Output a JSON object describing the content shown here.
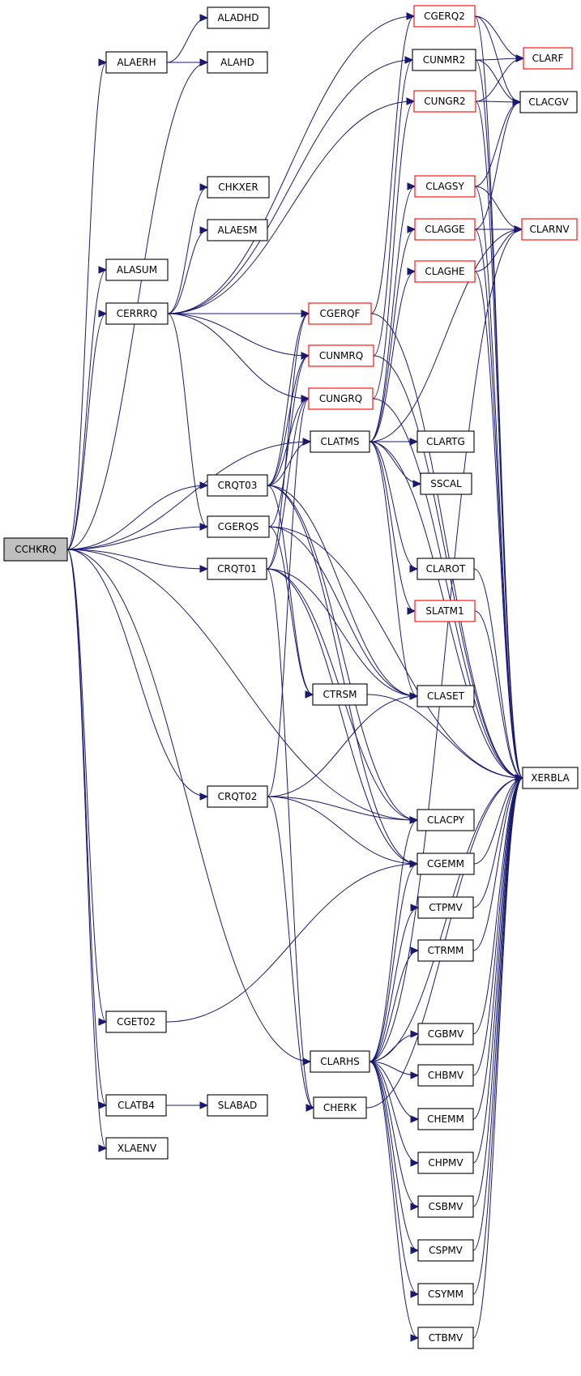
{
  "colors": {
    "edge": "#191970",
    "default_border": "#000000",
    "truncated_border": "#ff0000",
    "root_fill": "#bfbfbf",
    "node_fill": "#ffffff"
  },
  "nodes": [
    {
      "id": "CCHKRQ",
      "label": "CCHKRQ",
      "style": "root"
    },
    {
      "id": "ALAERH",
      "label": "ALAERH",
      "style": "normal"
    },
    {
      "id": "ALADHD",
      "label": "ALADHD",
      "style": "normal"
    },
    {
      "id": "ALAHD",
      "label": "ALAHD",
      "style": "normal"
    },
    {
      "id": "ALASUM",
      "label": "ALASUM",
      "style": "normal"
    },
    {
      "id": "CERRRQ",
      "label": "CERRRQ",
      "style": "normal"
    },
    {
      "id": "CHKXER",
      "label": "CHKXER",
      "style": "normal"
    },
    {
      "id": "ALAESM",
      "label": "ALAESM",
      "style": "normal"
    },
    {
      "id": "CGERQ2",
      "label": "CGERQ2",
      "style": "truncated"
    },
    {
      "id": "CUNMR2",
      "label": "CUNMR2",
      "style": "normal"
    },
    {
      "id": "CUNGR2",
      "label": "CUNGR2",
      "style": "truncated"
    },
    {
      "id": "CLARF",
      "label": "CLARF",
      "style": "truncated"
    },
    {
      "id": "CLACGV",
      "label": "CLACGV",
      "style": "normal"
    },
    {
      "id": "CLAGSY",
      "label": "CLAGSY",
      "style": "truncated"
    },
    {
      "id": "CLAGGE",
      "label": "CLAGGE",
      "style": "truncated"
    },
    {
      "id": "CLARNV",
      "label": "CLARNV",
      "style": "truncated"
    },
    {
      "id": "CLAGHE",
      "label": "CLAGHE",
      "style": "truncated"
    },
    {
      "id": "CGERQF",
      "label": "CGERQF",
      "style": "truncated"
    },
    {
      "id": "CUNMRQ",
      "label": "CUNMRQ",
      "style": "truncated"
    },
    {
      "id": "CUNGRQ",
      "label": "CUNGRQ",
      "style": "truncated"
    },
    {
      "id": "CLATMS",
      "label": "CLATMS",
      "style": "normal"
    },
    {
      "id": "CLARTG",
      "label": "CLARTG",
      "style": "normal"
    },
    {
      "id": "SSCAL",
      "label": "SSCAL",
      "style": "normal"
    },
    {
      "id": "CRQT03",
      "label": "CRQT03",
      "style": "normal"
    },
    {
      "id": "CGERQS",
      "label": "CGERQS",
      "style": "normal"
    },
    {
      "id": "CRQT01",
      "label": "CRQT01",
      "style": "normal"
    },
    {
      "id": "CLAROT",
      "label": "CLAROT",
      "style": "normal"
    },
    {
      "id": "SLATM1",
      "label": "SLATM1",
      "style": "truncated"
    },
    {
      "id": "CTRSM",
      "label": "CTRSM",
      "style": "normal"
    },
    {
      "id": "CLASET",
      "label": "CLASET",
      "style": "normal"
    },
    {
      "id": "XERBLA",
      "label": "XERBLA",
      "style": "normal"
    },
    {
      "id": "CRQT02",
      "label": "CRQT02",
      "style": "normal"
    },
    {
      "id": "CLACPY",
      "label": "CLACPY",
      "style": "normal"
    },
    {
      "id": "CGEMM",
      "label": "CGEMM",
      "style": "normal"
    },
    {
      "id": "CTPMV",
      "label": "CTPMV",
      "style": "normal"
    },
    {
      "id": "CTRMM",
      "label": "CTRMM",
      "style": "normal"
    },
    {
      "id": "CGET02",
      "label": "CGET02",
      "style": "normal"
    },
    {
      "id": "CGBMV",
      "label": "CGBMV",
      "style": "normal"
    },
    {
      "id": "CLARHS",
      "label": "CLARHS",
      "style": "normal"
    },
    {
      "id": "CHBMV",
      "label": "CHBMV",
      "style": "normal"
    },
    {
      "id": "CLATB4",
      "label": "CLATB4",
      "style": "normal"
    },
    {
      "id": "SLABAD",
      "label": "SLABAD",
      "style": "normal"
    },
    {
      "id": "CHERK",
      "label": "CHERK",
      "style": "normal"
    },
    {
      "id": "CHEMM",
      "label": "CHEMM",
      "style": "normal"
    },
    {
      "id": "XLAENV",
      "label": "XLAENV",
      "style": "normal"
    },
    {
      "id": "CHPMV",
      "label": "CHPMV",
      "style": "normal"
    },
    {
      "id": "CSBMV",
      "label": "CSBMV",
      "style": "normal"
    },
    {
      "id": "CSPMV",
      "label": "CSPMV",
      "style": "normal"
    },
    {
      "id": "CSYMM",
      "label": "CSYMM",
      "style": "normal"
    },
    {
      "id": "CTBMV",
      "label": "CTBMV",
      "style": "normal"
    }
  ],
  "edges": [
    [
      "CCHKRQ",
      "ALAERH"
    ],
    [
      "CCHKRQ",
      "ALAHD"
    ],
    [
      "CCHKRQ",
      "ALASUM"
    ],
    [
      "CCHKRQ",
      "CERRRQ"
    ],
    [
      "CCHKRQ",
      "CGERQS"
    ],
    [
      "CCHKRQ",
      "CRQT01"
    ],
    [
      "CCHKRQ",
      "CRQT02"
    ],
    [
      "CCHKRQ",
      "CRQT03"
    ],
    [
      "CCHKRQ",
      "CGET02"
    ],
    [
      "CCHKRQ",
      "CLACPY"
    ],
    [
      "CCHKRQ",
      "CLARHS"
    ],
    [
      "CCHKRQ",
      "CLATB4"
    ],
    [
      "CCHKRQ",
      "CLATMS"
    ],
    [
      "CCHKRQ",
      "XLAENV"
    ],
    [
      "ALAERH",
      "ALADHD"
    ],
    [
      "ALAERH",
      "ALAHD"
    ],
    [
      "CERRRQ",
      "CHKXER"
    ],
    [
      "CERRRQ",
      "ALAESM"
    ],
    [
      "CERRRQ",
      "CGERQ2"
    ],
    [
      "CERRRQ",
      "CUNMR2"
    ],
    [
      "CERRRQ",
      "CUNGR2"
    ],
    [
      "CERRRQ",
      "CGERQF"
    ],
    [
      "CERRRQ",
      "CUNMRQ"
    ],
    [
      "CERRRQ",
      "CUNGRQ"
    ],
    [
      "CERRRQ",
      "CGERQS"
    ],
    [
      "CGERQ2",
      "CLARF"
    ],
    [
      "CGERQ2",
      "CLACGV"
    ],
    [
      "CGERQ2",
      "XERBLA"
    ],
    [
      "CUNMR2",
      "CLARF"
    ],
    [
      "CUNMR2",
      "CLACGV"
    ],
    [
      "CUNMR2",
      "XERBLA"
    ],
    [
      "CUNGR2",
      "CLARF"
    ],
    [
      "CUNGR2",
      "CLACGV"
    ],
    [
      "CUNGR2",
      "XERBLA"
    ],
    [
      "CLAGSY",
      "CLACGV"
    ],
    [
      "CLAGSY",
      "CLARNV"
    ],
    [
      "CLAGSY",
      "XERBLA"
    ],
    [
      "CLAGGE",
      "CLACGV"
    ],
    [
      "CLAGGE",
      "CLARNV"
    ],
    [
      "CLAGGE",
      "XERBLA"
    ],
    [
      "CLAGHE",
      "CLARNV"
    ],
    [
      "CLAGHE",
      "XERBLA"
    ],
    [
      "CGERQF",
      "CGERQ2"
    ],
    [
      "CGERQF",
      "XERBLA"
    ],
    [
      "CUNMRQ",
      "CUNMR2"
    ],
    [
      "CUNMRQ",
      "XERBLA"
    ],
    [
      "CUNGRQ",
      "CUNGR2"
    ],
    [
      "CUNGRQ",
      "XERBLA"
    ],
    [
      "CLATMS",
      "CLARTG"
    ],
    [
      "CLATMS",
      "SSCAL"
    ],
    [
      "CLATMS",
      "CLAROT"
    ],
    [
      "CLATMS",
      "SLATM1"
    ],
    [
      "CLATMS",
      "CLAGSY"
    ],
    [
      "CLATMS",
      "CLAGGE"
    ],
    [
      "CLATMS",
      "CLAGHE"
    ],
    [
      "CLATMS",
      "CLARNV"
    ],
    [
      "CLATMS",
      "CLASET"
    ],
    [
      "CLATMS",
      "XERBLA"
    ],
    [
      "CRQT03",
      "CGERQF"
    ],
    [
      "CRQT03",
      "CUNMRQ"
    ],
    [
      "CRQT03",
      "CUNGRQ"
    ],
    [
      "CRQT03",
      "CLATMS"
    ],
    [
      "CRQT03",
      "CLASET"
    ],
    [
      "CRQT03",
      "CLACPY"
    ],
    [
      "CRQT03",
      "CGEMM"
    ],
    [
      "CRQT03",
      "CTRSM"
    ],
    [
      "CGERQS",
      "CUNMRQ"
    ],
    [
      "CGERQS",
      "CLASET"
    ],
    [
      "CGERQS",
      "CTRSM"
    ],
    [
      "CGERQS",
      "XERBLA"
    ],
    [
      "CRQT01",
      "CGERQF"
    ],
    [
      "CRQT01",
      "CUNGRQ"
    ],
    [
      "CRQT01",
      "CLASET"
    ],
    [
      "CRQT01",
      "CLACPY"
    ],
    [
      "CRQT01",
      "CGEMM"
    ],
    [
      "CRQT01",
      "CHERK"
    ],
    [
      "CLAROT",
      "XERBLA"
    ],
    [
      "SLATM1",
      "XERBLA"
    ],
    [
      "CTRSM",
      "XERBLA"
    ],
    [
      "CRQT02",
      "CUNGRQ"
    ],
    [
      "CRQT02",
      "CLASET"
    ],
    [
      "CRQT02",
      "CLACPY"
    ],
    [
      "CRQT02",
      "CGEMM"
    ],
    [
      "CRQT02",
      "CHERK"
    ],
    [
      "CGEMM",
      "XERBLA"
    ],
    [
      "CTPMV",
      "XERBLA"
    ],
    [
      "CTRMM",
      "XERBLA"
    ],
    [
      "CGET02",
      "CGEMM"
    ],
    [
      "CLARHS",
      "CLARNV"
    ],
    [
      "CLARHS",
      "CLACPY"
    ],
    [
      "CLARHS",
      "CGEMM"
    ],
    [
      "CLARHS",
      "CTPMV"
    ],
    [
      "CLARHS",
      "CTRMM"
    ],
    [
      "CLARHS",
      "CGBMV"
    ],
    [
      "CLARHS",
      "CHBMV"
    ],
    [
      "CLARHS",
      "CHEMM"
    ],
    [
      "CLARHS",
      "CHPMV"
    ],
    [
      "CLARHS",
      "CSBMV"
    ],
    [
      "CLARHS",
      "CSPMV"
    ],
    [
      "CLARHS",
      "CSYMM"
    ],
    [
      "CLARHS",
      "CTBMV"
    ],
    [
      "CLARHS",
      "XERBLA"
    ],
    [
      "CLATB4",
      "SLABAD"
    ],
    [
      "CGBMV",
      "XERBLA"
    ],
    [
      "CHBMV",
      "XERBLA"
    ],
    [
      "CHERK",
      "XERBLA"
    ],
    [
      "CHEMM",
      "XERBLA"
    ],
    [
      "CHPMV",
      "XERBLA"
    ],
    [
      "CSBMV",
      "XERBLA"
    ],
    [
      "CSPMV",
      "XERBLA"
    ],
    [
      "CSYMM",
      "XERBLA"
    ],
    [
      "CTBMV",
      "XERBLA"
    ]
  ]
}
